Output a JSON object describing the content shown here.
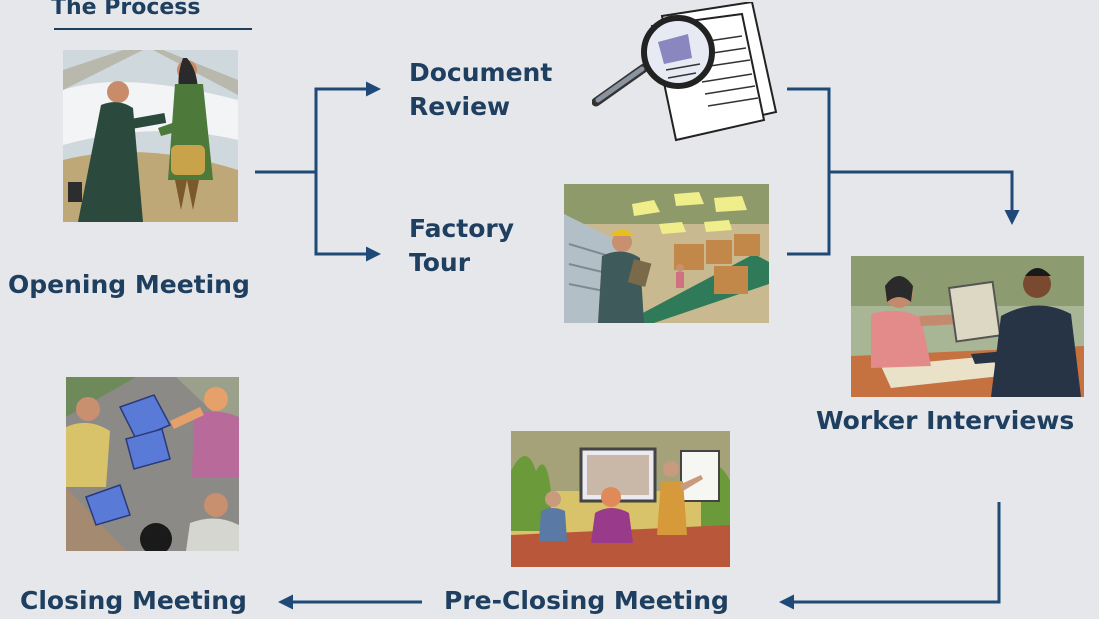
{
  "title": "The Process",
  "steps": {
    "opening": "Opening Meeting",
    "document_review": "Document\nReview",
    "factory_tour": "Factory\nTour",
    "worker_interviews": "Worker Interviews",
    "pre_closing": "Pre-Closing Meeting",
    "closing": "Closing Meeting"
  },
  "colors": {
    "text": "#1f3f60",
    "arrow": "#1f4a78",
    "background": "#e6e7ea"
  },
  "icons": [
    "handshake-clipart",
    "magnifier-document-clipart",
    "factory-worker-clipart",
    "interview-clipart",
    "presentation-clipart",
    "team-meeting-clipart"
  ]
}
